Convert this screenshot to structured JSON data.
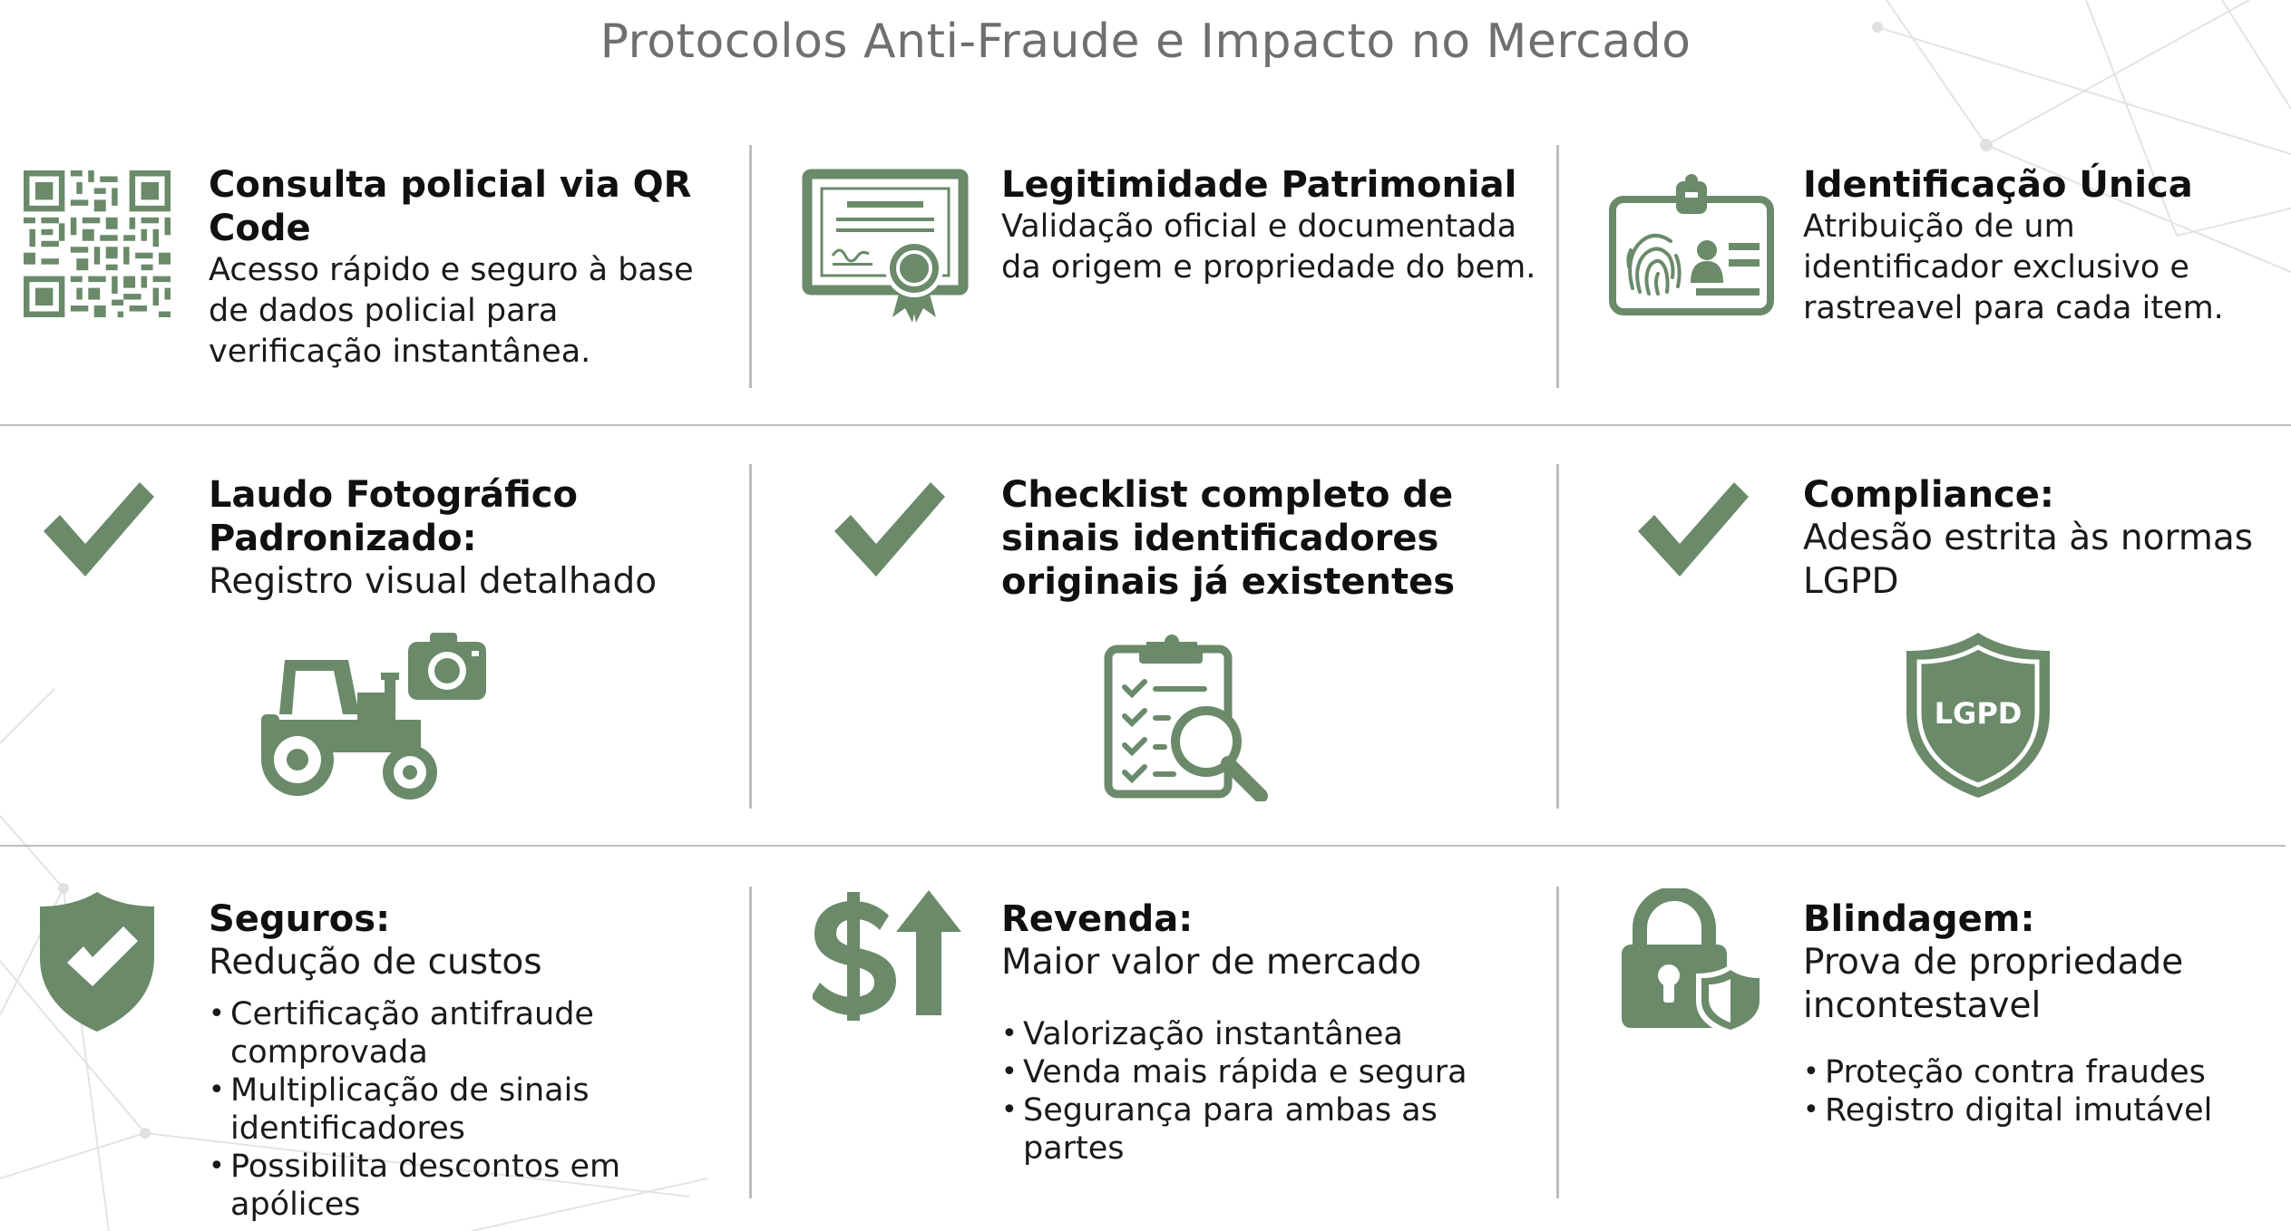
{
  "header": {
    "title": "Protocolos Anti-Fraude e Impacto no Mercado"
  },
  "colors": {
    "accent": "#6a8a6a",
    "divider": "#bdbdbd",
    "title": "#6f6f6f"
  },
  "row1": [
    {
      "icon": "qr-code-icon",
      "title": "Consulta policial via QR Code",
      "description": "Acesso rápido e seguro à base de dados policial para verificação instantânea."
    },
    {
      "icon": "certificate-icon",
      "title": "Legitimidade Patrimonial",
      "description": "Validação oficial e documentada da origem e propriedade do bem."
    },
    {
      "icon": "id-badge-fingerprint-icon",
      "title": "Identificação Única",
      "description": "Atribuição de um identificador exclusivo e rastreavel para cada item."
    }
  ],
  "row2": [
    {
      "icon": "checkmark-icon",
      "title": "Laudo Fotográfico Padronizado:",
      "subtitle": "Registro visual detalhado",
      "illustration": "tractor-camera-icon"
    },
    {
      "icon": "checkmark-icon",
      "title": "Checklist completo de sinais identificadores originais já existentes",
      "subtitle": "",
      "illustration": "clipboard-magnifier-icon"
    },
    {
      "icon": "checkmark-icon",
      "title": "Compliance:",
      "subtitle": "Adesão estrita às normas LGPD",
      "illustration": "lgpd-shield-icon",
      "badge": "LGPD"
    }
  ],
  "row3": [
    {
      "icon": "shield-check-icon",
      "title": "Seguros:",
      "subtitle": "Redução de custos",
      "bullets": [
        "Certificação antifraude comprovada",
        "Multiplicação de sinais identificadores",
        "Possibilita descontos em apólices"
      ]
    },
    {
      "icon": "dollar-arrow-up-icon",
      "title": "Revenda:",
      "subtitle": "Maior valor de mercado",
      "bullets": [
        "Valorização instantânea",
        "Venda mais rápida e segura",
        "Segurança para ambas as partes"
      ]
    },
    {
      "icon": "padlock-shield-icon",
      "title": "Blindagem:",
      "subtitle": "Prova de propriedade incontestavel",
      "bullets": [
        "Proteção contra fraudes",
        "Registro digital imutável"
      ]
    }
  ]
}
